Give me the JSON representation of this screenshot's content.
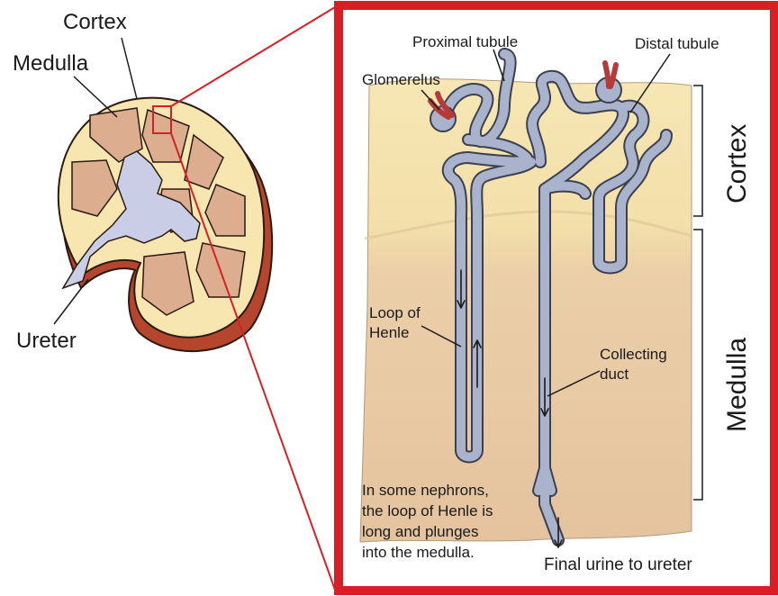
{
  "labels": {
    "cortex_left": "Cortex",
    "medulla_left": "Medulla",
    "ureter": "Ureter",
    "proximal_tubule": "Proximal tubule",
    "distal_tubule": "Distal tubule",
    "glomerulus": "Glomerelus",
    "loop_line1": "Loop of",
    "loop_line2": "Henle",
    "collecting_line1": "Collecting",
    "collecting_line2": "duct",
    "cortex_right": "Cortex",
    "medulla_right": "Medulla",
    "final_urine": "Final urine to ureter",
    "note_line1": "In some nephrons,",
    "note_line2": "the loop of Henle is",
    "note_line3": "long and plunges",
    "note_line4": "into the medulla."
  },
  "colors": {
    "frame_red": "#d91f26",
    "cortex_yellow": "#f7e6b0",
    "medulla_tan": "#e8c9a6",
    "pyramid": "#dcae8f",
    "kidney_outer": "#b5452c",
    "tubule_fill": "#a9b3cc",
    "pelvis": "#c9cde6",
    "glomerulus_red": "#b63a3a"
  }
}
